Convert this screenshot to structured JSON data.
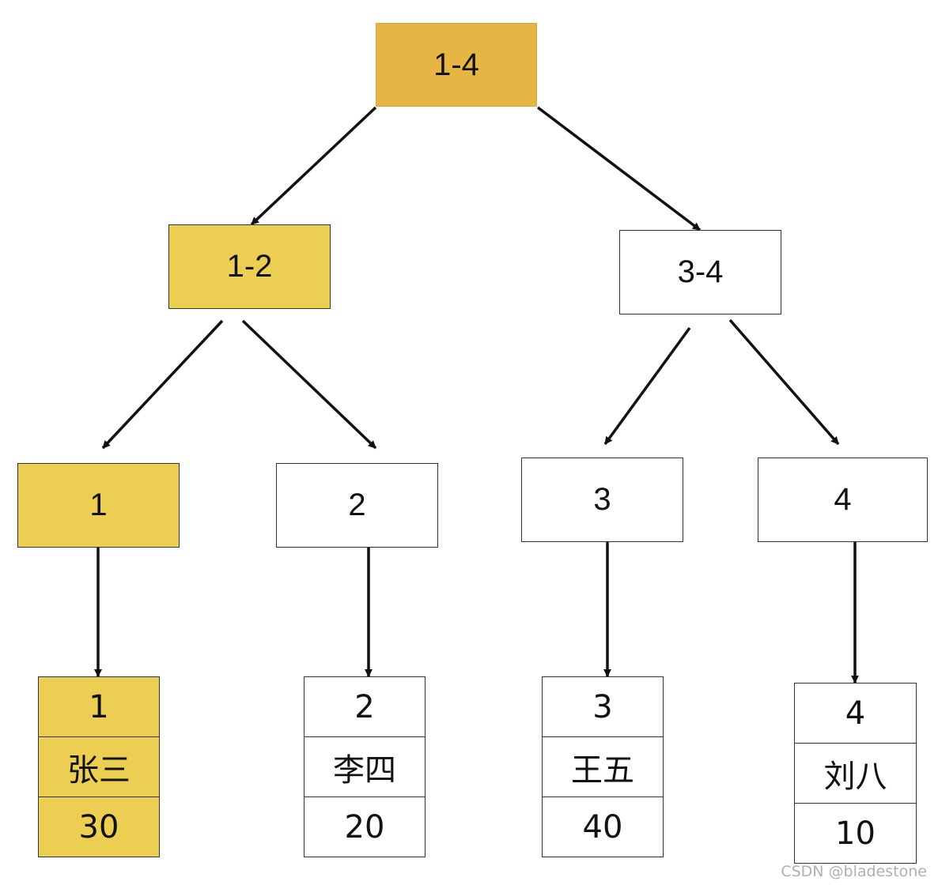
{
  "colors": {
    "root_fill": "#e6b645",
    "highlight_fill": "#eccf52",
    "plain_fill": "#ffffff",
    "stroke": "#111111"
  },
  "root": {
    "label": "1-4"
  },
  "level1": [
    {
      "label": "1-2",
      "highlighted": true
    },
    {
      "label": "3-4",
      "highlighted": false
    }
  ],
  "leaves": [
    {
      "label": "1",
      "highlighted": true
    },
    {
      "label": "2",
      "highlighted": false
    },
    {
      "label": "3",
      "highlighted": false
    },
    {
      "label": "4",
      "highlighted": false
    }
  ],
  "records": [
    {
      "id": "1",
      "name": "张三",
      "value": "30",
      "highlighted": true
    },
    {
      "id": "2",
      "name": "李四",
      "value": "20",
      "highlighted": false
    },
    {
      "id": "3",
      "name": "王五",
      "value": "40",
      "highlighted": false
    },
    {
      "id": "4",
      "name": "刘八",
      "value": "10",
      "highlighted": false
    }
  ],
  "watermark": "CSDN @bladestone"
}
